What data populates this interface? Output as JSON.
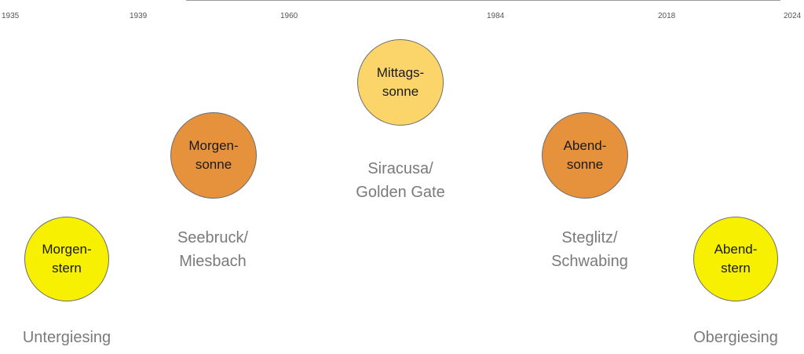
{
  "years": [
    "1935",
    "1939",
    "1960",
    "1984",
    "2018",
    "2024"
  ],
  "colors": {
    "star": "#f7f000",
    "dawn_dusk_sun": "#e6913c",
    "midday_sun": "#fcd56a",
    "caption": "#7a7a7a"
  },
  "phases": [
    {
      "circle": [
        "Morgen-",
        "stern"
      ],
      "caption": [
        "Untergiesing"
      ]
    },
    {
      "circle": [
        "Morgen-",
        "sonne"
      ],
      "caption": [
        "Seebruck/",
        "Miesbach"
      ]
    },
    {
      "circle": [
        "Mittags-",
        "sonne"
      ],
      "caption": [
        "Siracusa/",
        "Golden Gate"
      ]
    },
    {
      "circle": [
        "Abend-",
        "sonne"
      ],
      "caption": [
        "Steglitz/",
        "Schwabing"
      ]
    },
    {
      "circle": [
        "Abend-",
        "stern"
      ],
      "caption": [
        "Obergiesing"
      ]
    }
  ]
}
